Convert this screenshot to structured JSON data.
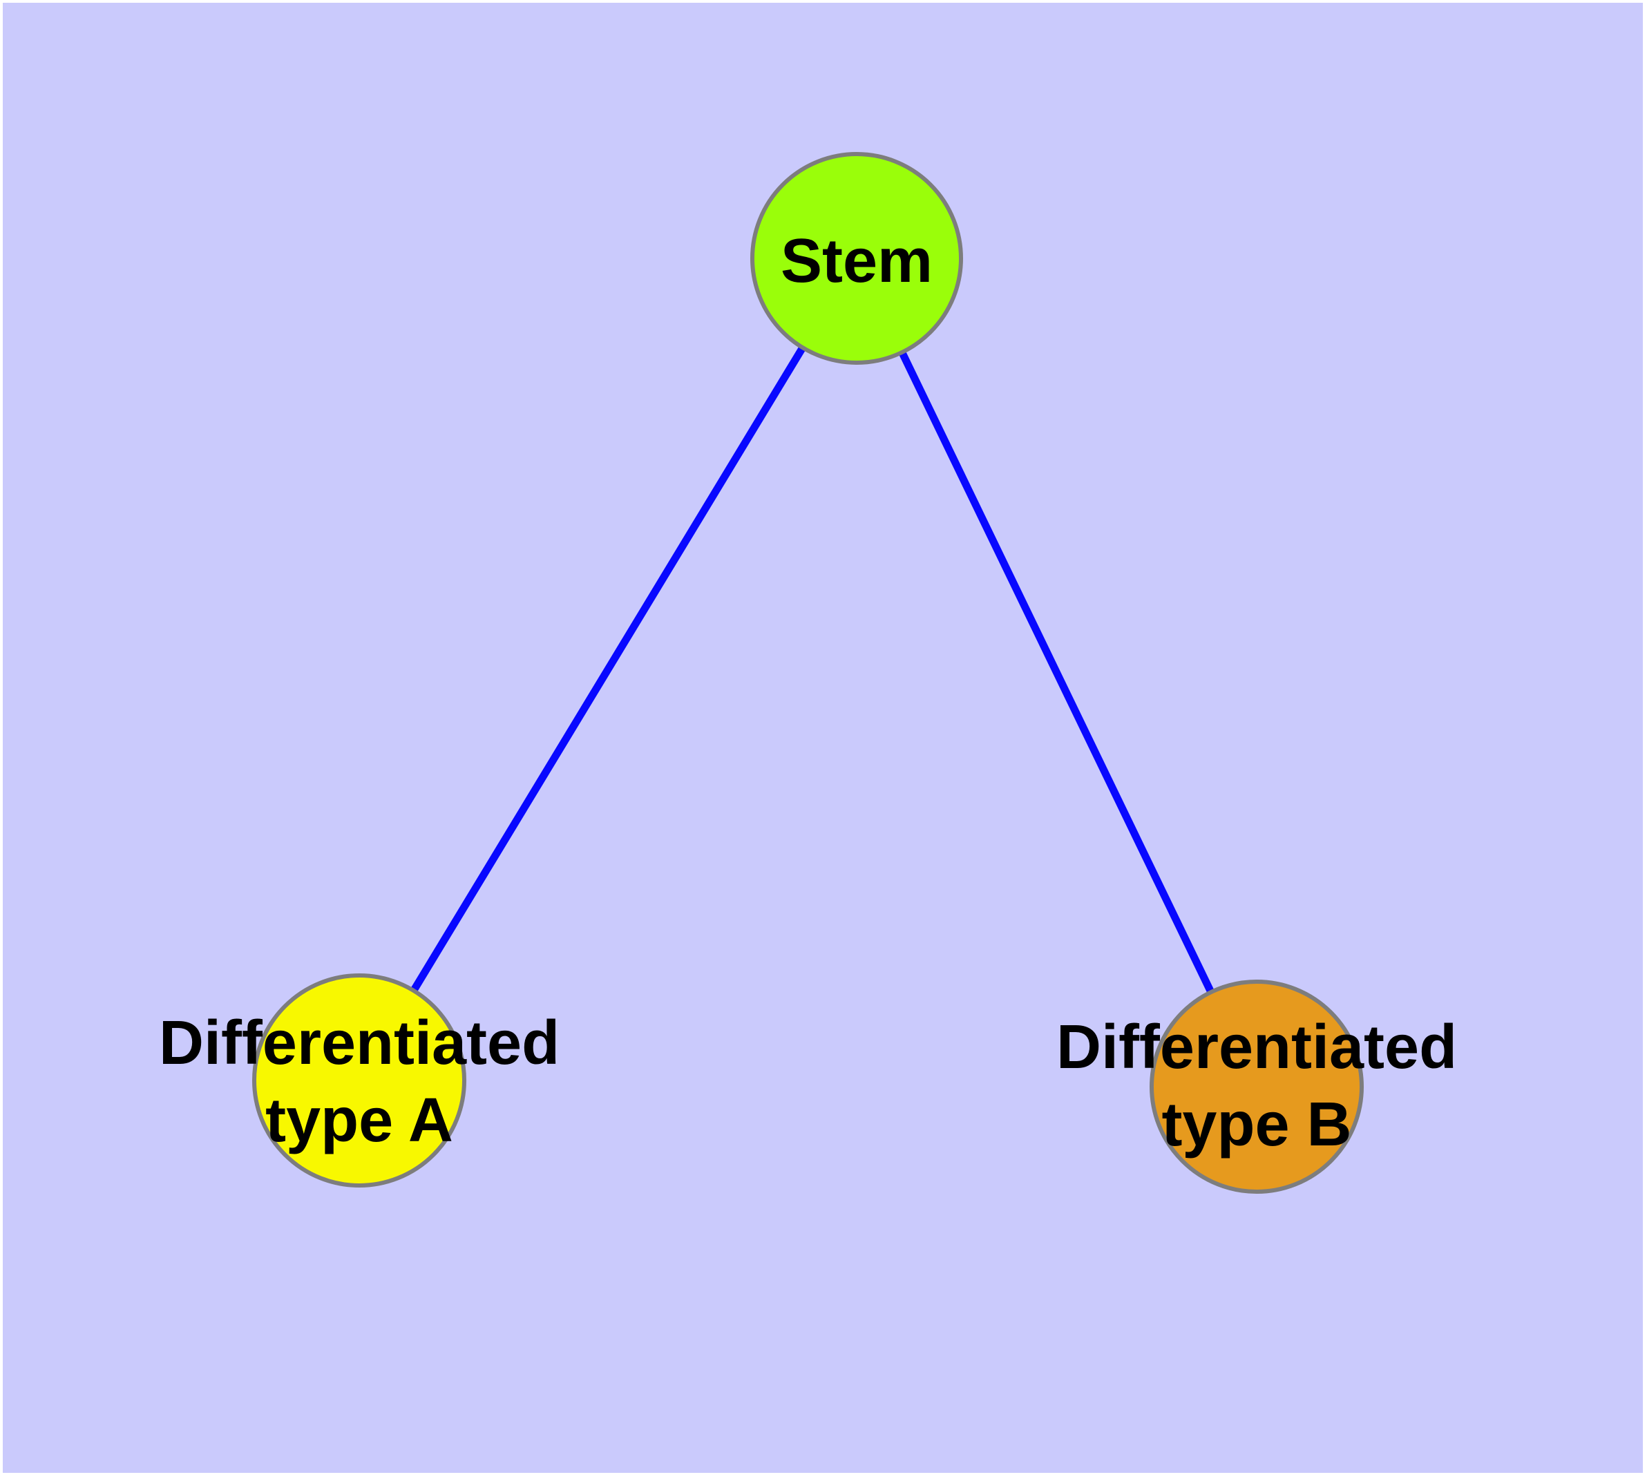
{
  "diagram": {
    "colors": {
      "background": "#CACAFC",
      "page_margin": "#FFFFFF",
      "edge": "#0808FF",
      "node_border": "#7D7D7D",
      "label_text": "#000000"
    },
    "nodes": [
      {
        "id": "stem",
        "label": "Stem",
        "color": "#9AFE0A"
      },
      {
        "id": "differentiated-type-a",
        "label_line1": "Differentiated",
        "label_line2": "type A",
        "color": "#F8F800"
      },
      {
        "id": "differentiated-type-b",
        "label_line1": "Differentiated",
        "label_line2": "type B",
        "color": "#E69A1E"
      }
    ],
    "edges": [
      {
        "from": "Stem",
        "to": "Differentiated type A"
      },
      {
        "from": "Stem",
        "to": "Differentiated type B"
      }
    ]
  }
}
